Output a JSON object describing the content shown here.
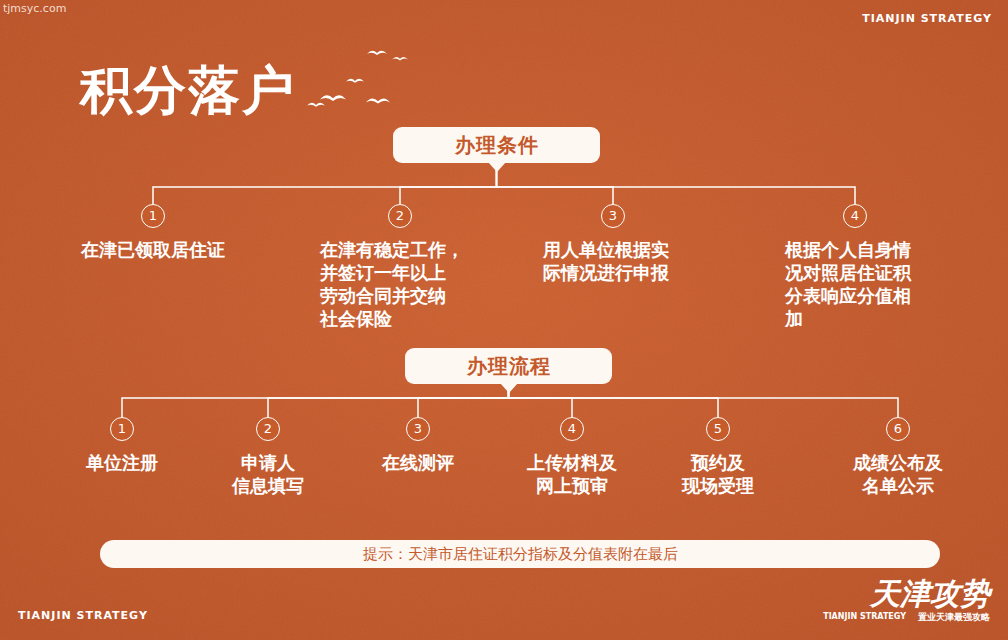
{
  "diagram": {
    "title": "积分落户",
    "nodes": [
      {
        "text": [
          "办理条件"
        ]
      },
      {
        "text": [
          "1",
          "在津已领取居住证"
        ]
      },
      {
        "text": [
          "2",
          "在津有稳定工作， 并签订一年以上 劳动合同并交纳 社会保险"
        ]
      },
      {
        "text": [
          "3",
          "用人单位根据实 际情况进行申报"
        ]
      },
      {
        "text": [
          "4",
          "根据个人自身情 况对照居住证积 分表响应分值相 加"
        ]
      },
      {
        "text": [
          "办理流程"
        ]
      },
      {
        "text": [
          "1",
          "单位注册"
        ]
      },
      {
        "text": [
          "2",
          "申请人 信息填写"
        ]
      },
      {
        "text": [
          "3",
          "在线测评"
        ]
      },
      {
        "text": [
          "4",
          "上传材料及 网上预审"
        ]
      },
      {
        "text": [
          "5",
          "预约及 现场受理"
        ]
      },
      {
        "text": [
          "6",
          "成绩公布及 名单公示"
        ]
      },
      {
        "text": [
          "提示：天津市居住证积分指标及分值表附在最后"
        ]
      }
    ],
    "edges": [
      {
        "from": 0,
        "to": 1,
        "arrow": "none"
      },
      {
        "from": 0,
        "to": 2,
        "arrow": "none"
      },
      {
        "from": 0,
        "to": 3,
        "arrow": "none"
      },
      {
        "from": 0,
        "to": 4,
        "arrow": "none"
      },
      {
        "from": 5,
        "to": 6,
        "arrow": "none"
      },
      {
        "from": 5,
        "to": 7,
        "arrow": "none"
      },
      {
        "from": 5,
        "to": 8,
        "arrow": "none"
      },
      {
        "from": 5,
        "to": 9,
        "arrow": "none"
      },
      {
        "from": 5,
        "to": 10,
        "arrow": "none"
      },
      {
        "from": 5,
        "to": 11,
        "arrow": "none"
      }
    ],
    "labels": [
      "tjmsyc.com",
      "TIANJIN STRATEGY",
      "TIANJIN STRATEGY",
      "天津攻势",
      "TIANJIN STRATEGY",
      "置业天津最强攻略"
    ]
  }
}
